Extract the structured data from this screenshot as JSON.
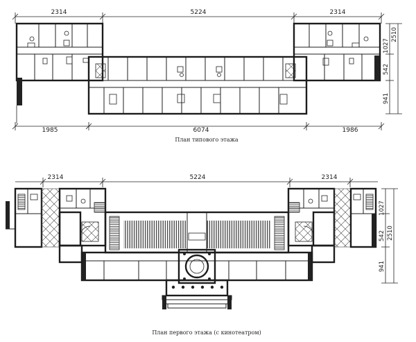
{
  "plans": {
    "typical": {
      "caption": "План типового этажа",
      "dims_top": [
        "2314",
        "5224",
        "2314"
      ],
      "dims_bottom": [
        "1985",
        "6074",
        "1986"
      ],
      "dims_right": [
        "1027",
        "542",
        "941",
        "2510"
      ]
    },
    "ground": {
      "caption": "План первого этажа (с кинотеатром)",
      "dims_top": [
        "2314",
        "5224",
        "2314"
      ],
      "dims_right": [
        "1027",
        "542",
        "941",
        "2510"
      ]
    }
  }
}
